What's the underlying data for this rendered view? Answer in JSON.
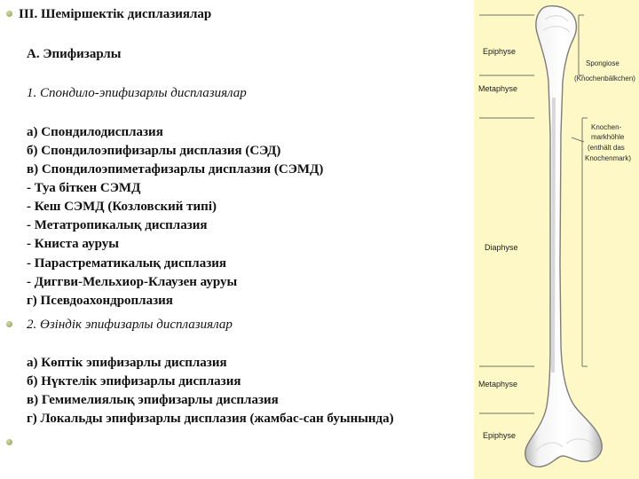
{
  "heading": "III. Шеміршектік дисплазиялар",
  "subheading": "А. Эпифизарлы",
  "section1": {
    "title": "1. Спондило-эпифизарлы дисплазиялар",
    "items": [
      "а) Спондилодисплазия",
      "б) Спондилоэпифизарлы дисплазия (СЭД)",
      "в) Спондилоэпиметафизарлы дисплазия (СЭМД)",
      "- Туа біткен СЭМД",
      "- Кеш СЭМД (Козловский типі)",
      "- Метатропикалық дисплазия",
      "- Книста ауруы",
      "- Парастрематикалық дисплазия",
      "- Диггви-Мельхиор-Клаузен ауруы",
      "г) Псевдоахондроплазия"
    ]
  },
  "section2": {
    "title": "2. Өзіндік эпифизарлы дисплазиялар",
    "items": [
      "а) Көптік эпифизарлы дисплазия",
      "б) Нүктелік эпифизарлы дисплазия",
      "в) Гемимелиялық эпифизарлы дисплазия",
      "г) Локальды эпифизарлы дисплазия (жамбас-сан буынында)"
    ]
  },
  "figure": {
    "labels": {
      "epiphyse_top": "Epiphyse",
      "metaphyse_top": "Metaphyse",
      "diaphyse": "Diaphyse",
      "metaphyse_bottom": "Metaphyse",
      "epiphyse_bottom": "Epiphyse"
    },
    "notes": {
      "spongiosa_1": "Spongiose",
      "spongiosa_2": "(Knochenbälkchen)",
      "mark_1": "Knochen-",
      "mark_2": "markhöhle",
      "mark_3": "(enthält das",
      "mark_4": "Knochenmark)"
    },
    "colors": {
      "background": "#fdf8c6",
      "bone": "#ffffff",
      "bone_edge": "#8a8a8a"
    }
  },
  "colors": {
    "bullet": "#9aa64e",
    "text": "#111111"
  }
}
